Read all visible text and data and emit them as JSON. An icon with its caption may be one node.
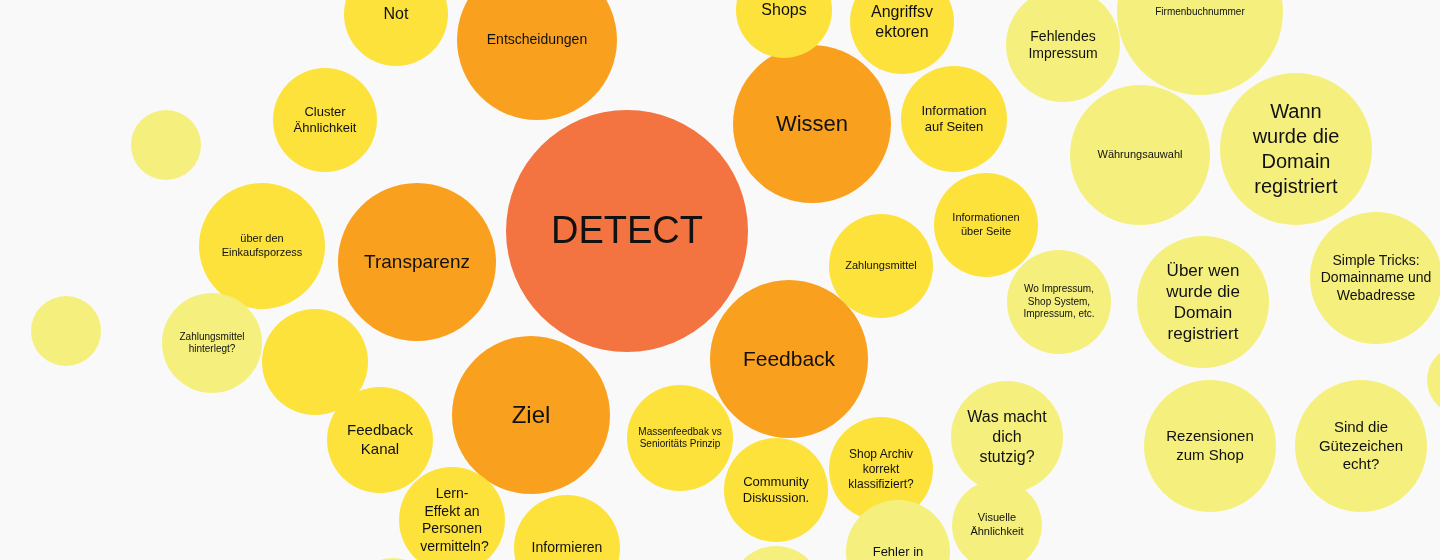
{
  "diagram": {
    "nodes": [
      {
        "text": [
          "DETECT"
        ]
      },
      {
        "text": [
          "Entscheidungen"
        ]
      },
      {
        "text": [
          "Not"
        ]
      },
      {
        "text": [
          "Wissen"
        ]
      },
      {
        "text": [
          "Shops"
        ]
      },
      {
        "text": [
          "Angriffsv ektoren"
        ]
      },
      {
        "text": [
          "Information auf Seiten"
        ]
      },
      {
        "text": [
          "Cluster Ähnlichkeit"
        ]
      },
      {
        "text": [],
        "shape": "circle"
      },
      {
        "text": [
          "über den Einkaufsporzess"
        ]
      },
      {
        "text": [
          "Transparenz"
        ]
      },
      {
        "text": [
          "Informationen über Seite"
        ]
      },
      {
        "text": [
          "Zahlungsmittel"
        ]
      },
      {
        "text": [
          "Wo Impressum, Shop System, Impressum, etc."
        ]
      },
      {
        "text": [
          "Fehlendes Impressum"
        ]
      },
      {
        "text": [
          "Firmenbuchnummer"
        ]
      },
      {
        "text": [
          "Währungsauwahl"
        ]
      },
      {
        "text": [
          "Wann wurde die Domain registriert"
        ]
      },
      {
        "text": [
          "Simple Tricks: Domainname und Webadresse"
        ]
      },
      {
        "text": [
          "Über wen wurde die Domain registriert"
        ]
      },
      {
        "text": [],
        "shape": "circle"
      },
      {
        "text": [
          "Zahlungsmittel hinterlegt?"
        ]
      },
      {
        "text": [],
        "shape": "circle"
      },
      {
        "text": [
          "Feedback Kanal"
        ]
      },
      {
        "text": [
          "Ziel"
        ]
      },
      {
        "text": [
          "Feedback"
        ]
      },
      {
        "text": [
          "Massenfeedbak vs Senioritäts Prinzip"
        ]
      },
      {
        "text": [
          "Community Diskussion."
        ]
      },
      {
        "text": [
          "Shop Archiv korrekt klassifiziert?"
        ]
      },
      {
        "text": [
          "Was macht dich stutzig?"
        ]
      },
      {
        "text": [
          "Rezensionen zum Shop"
        ]
      },
      {
        "text": [
          "Sind die Gütezeichen echt?"
        ]
      },
      {
        "text": [],
        "shape": "circle"
      },
      {
        "text": [
          "Lern-Effekt an Personen vermitteln?"
        ]
      },
      {
        "text": [
          "Informieren"
        ]
      },
      {
        "text": [
          "Visuelle Ähnlichkeit"
        ]
      },
      {
        "text": [
          "Fehler in"
        ]
      },
      {
        "text": [],
        "shape": "circle"
      },
      {
        "text": [],
        "shape": "circle"
      }
    ]
  }
}
